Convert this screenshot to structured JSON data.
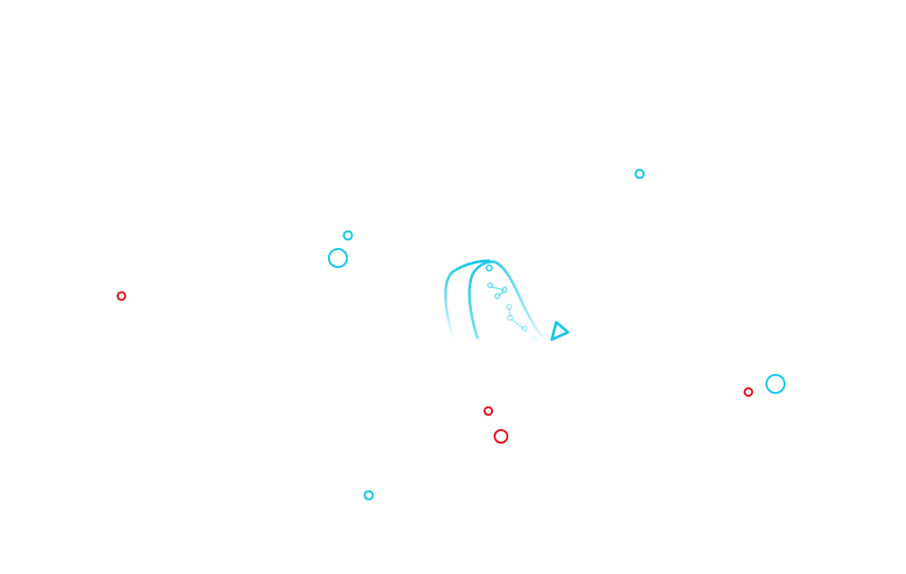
{
  "colors": {
    "background": "#ffffff",
    "cyan": "#18c8ea",
    "red": "#e8141c"
  },
  "scene": {
    "central_icon": "pouch-sensor-icon",
    "pointer_icon": "play-triangle-icon",
    "particles": [
      {
        "id": "p1",
        "color": "cyan",
        "size": "small"
      },
      {
        "id": "p2",
        "color": "cyan",
        "size": "small"
      },
      {
        "id": "p3",
        "color": "cyan",
        "size": "large"
      },
      {
        "id": "p4",
        "color": "red",
        "size": "small"
      },
      {
        "id": "p5",
        "color": "red",
        "size": "small"
      },
      {
        "id": "p6",
        "color": "red",
        "size": "large"
      },
      {
        "id": "p7",
        "color": "cyan",
        "size": "small"
      },
      {
        "id": "p8",
        "color": "red",
        "size": "small"
      },
      {
        "id": "p9",
        "color": "cyan",
        "size": "large"
      }
    ]
  }
}
